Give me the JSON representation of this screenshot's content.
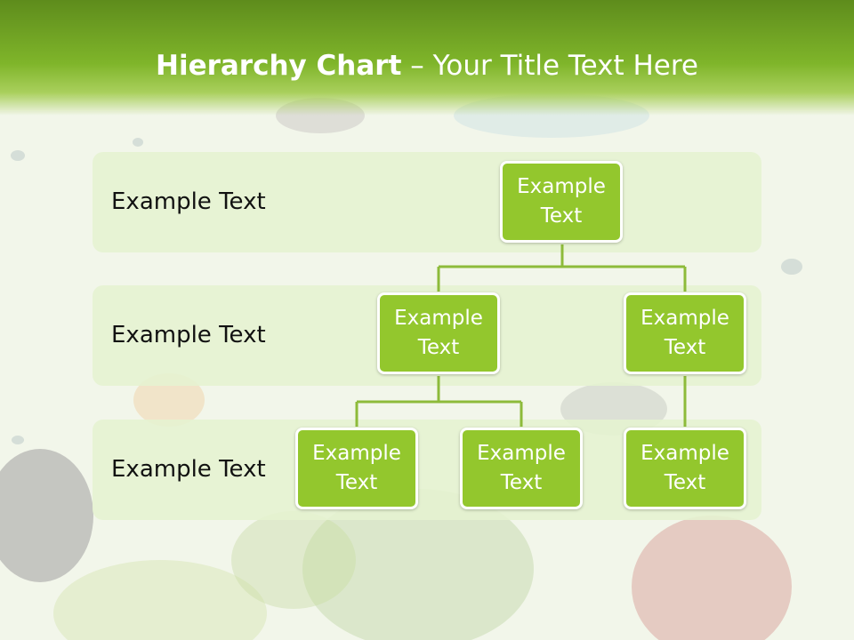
{
  "title": {
    "bold": "Hierarchy Chart",
    "rest": " – Your Title Text Here"
  },
  "rows": [
    {
      "label": "Example Text"
    },
    {
      "label": "Example Text"
    },
    {
      "label": "Example Text"
    }
  ],
  "nodes": {
    "root": "Example Text",
    "level2_left": "Example Text",
    "level2_right": "Example Text",
    "level3_a": "Example Text",
    "level3_b": "Example Text",
    "level3_c": "Example Text"
  },
  "colors": {
    "header_green": "#7fb52a",
    "node_green": "#93c72d",
    "band_green": "#e5f3d0",
    "connector": "#8dbb3a"
  }
}
